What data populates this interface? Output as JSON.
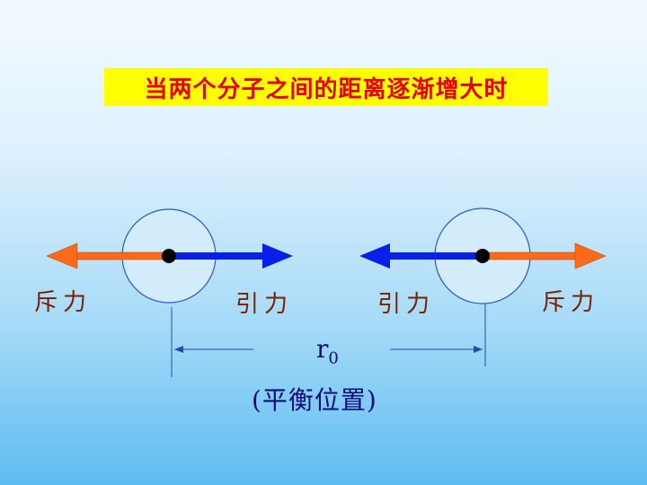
{
  "title": "当两个分子之间的距离逐渐增大时",
  "left_molecule": {
    "left_label": "斥力",
    "right_label": "引力"
  },
  "right_molecule": {
    "left_label": "引力",
    "right_label": "斥力"
  },
  "distance": {
    "symbol": "r",
    "subscript": "0",
    "caption": "(平衡位置)"
  },
  "colors": {
    "repulsion_arrow": "#ff6a1a",
    "attraction_arrow": "#0a1fe8",
    "molecule_fill": "#d3ecfb",
    "molecule_stroke": "#2a58c8",
    "center_dot": "#000000",
    "title_bg": "#ffff00",
    "title_text": "#e60000"
  }
}
